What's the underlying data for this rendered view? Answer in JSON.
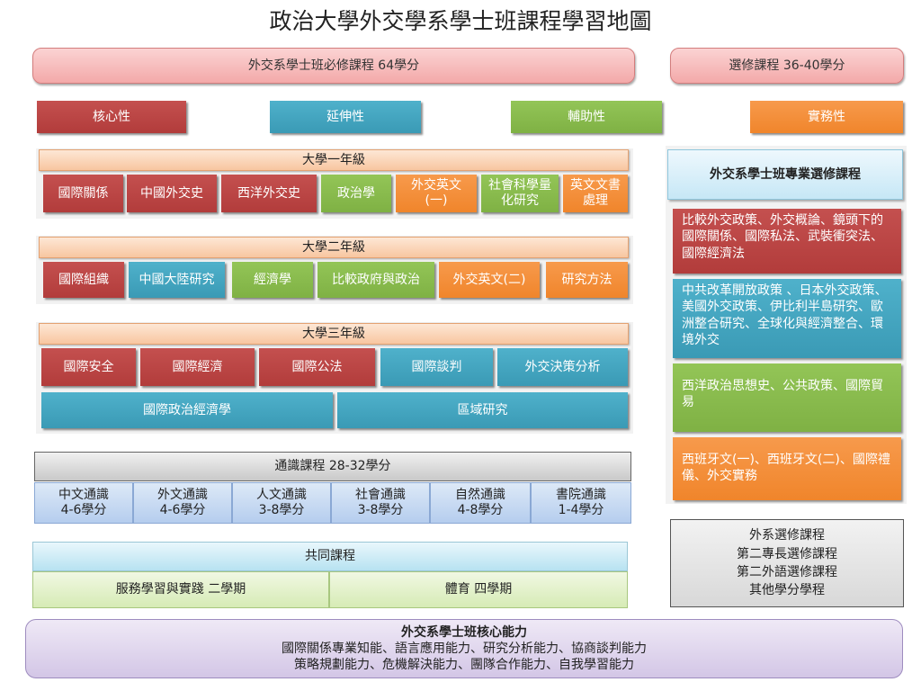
{
  "title": "政治大學外交學系學士班課程學習地圖",
  "required_banner": "外交系學士班必修課程 64學分",
  "elective_banner": "選修課程 36-40學分",
  "legend": {
    "core": "核心性",
    "extension": "延伸性",
    "auxiliary": "輔助性",
    "practical": "實務性"
  },
  "year1": {
    "label": "大學一年級",
    "courses": [
      "國際關係",
      "中國外交史",
      "西洋外交史",
      "政治學",
      "外交英文(一)",
      "社會科學量化研究",
      "英文文書處理"
    ]
  },
  "year2": {
    "label": "大學二年級",
    "courses": [
      "國際組織",
      "中國大陸研究",
      "經濟學",
      "比較政府與政治",
      "外交英文(二)",
      "研究方法"
    ]
  },
  "year3": {
    "label": "大學三年級",
    "courses": [
      "國際安全",
      "國際經濟",
      "國際公法",
      "國際談判",
      "外交決策分析",
      "國際政治經濟學",
      "區域研究"
    ]
  },
  "electives": {
    "title": "外交系學士班專業選修課程",
    "core": "比較外交政策、外交概論、鏡頭下的國際關係、國際私法、武裝衝突法、國際經濟法",
    "extension": "中共改革開放政策 、日本外交政策、美國外交政策、伊比利半島研究、歐洲整合研究、全球化與經濟整合、環境外交",
    "auxiliary": "西洋政治思想史、公共政策、國際貿易",
    "practical": "西班牙文(一)、西班牙文(二)、國際禮儀、外交實務"
  },
  "general_ed": {
    "header": "通識課程 28-32學分",
    "items": [
      {
        "name": "中文通識",
        "credits": "4-6學分"
      },
      {
        "name": "外文通識",
        "credits": "4-6學分"
      },
      {
        "name": "人文通識",
        "credits": "3-8學分"
      },
      {
        "name": "社會通識",
        "credits": "3-8學分"
      },
      {
        "name": "自然通識",
        "credits": "4-8學分"
      },
      {
        "name": "書院通識",
        "credits": "1-4學分"
      }
    ]
  },
  "common": {
    "header": "共同課程",
    "service": "服務學習與實踐 二學期",
    "pe": "體育 四學期"
  },
  "other_electives": [
    "外系選修課程",
    "第二專長選修課程",
    "第二外語選修課程",
    "其他學分學程"
  ],
  "competencies": {
    "title": "外交系學士班核心能力",
    "line1": "國際關係專業知能、語言應用能力、研究分析能力、協商談判能力",
    "line2": "策略規劃能力、危機解決能力、團隊合作能力、自我學習能力"
  }
}
